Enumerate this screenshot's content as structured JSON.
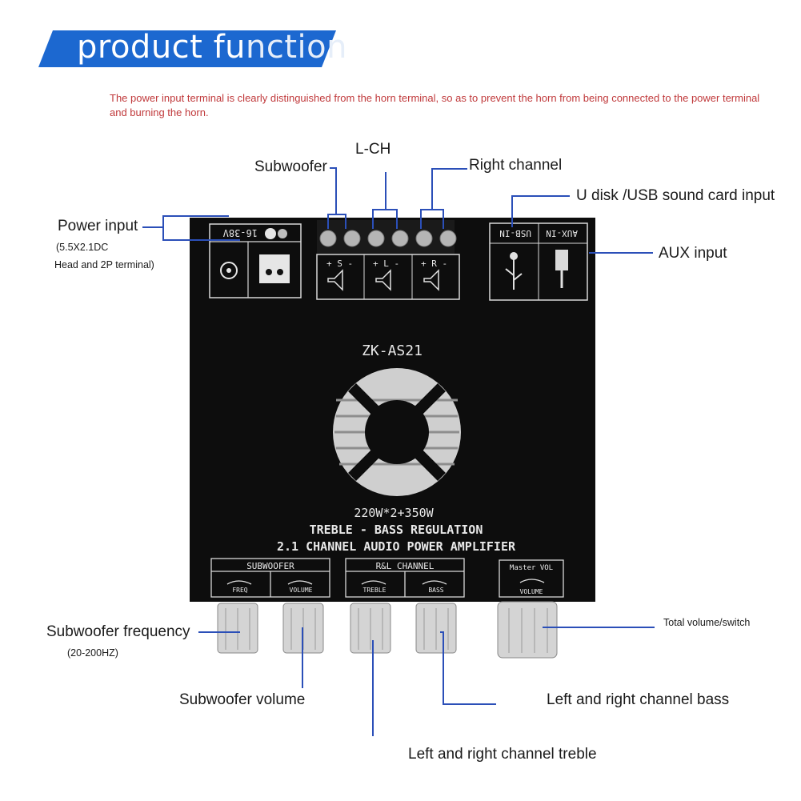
{
  "header": {
    "title_main": "product fu",
    "title_fade": "nction",
    "note": "The power input terminal is clearly distinguished from the horn terminal, so as to prevent the horn from being connected to the power terminal and burning the horn."
  },
  "callouts": {
    "subwoofer": "Subwoofer",
    "lch": "L-CH",
    "right_channel": "Right channel",
    "udisk": "U disk /USB sound card input",
    "power_input": "Power input",
    "power_input_sub1": "(5.5X2.1DC",
    "power_input_sub2": "Head and 2P terminal)",
    "aux_input": "AUX input",
    "sub_freq": "Subwoofer frequency",
    "sub_freq_range": "(20-200HZ)",
    "total_volume": "Total volume/switch",
    "sub_volume": "Subwoofer volume",
    "lr_bass": "Left and right channel bass",
    "lr_treble": "Left and right channel treble"
  },
  "board": {
    "voltage": "16-38V",
    "model": "ZK-AS21",
    "power": "220W*2+350W",
    "line2": "TREBLE - BASS REGULATION",
    "line3": "2.1 CHANNEL AUDIO POWER AMPLIFIER",
    "usb_in": "USB-IN",
    "aux_in": "AUX-IN",
    "spk_s": "+ S -",
    "spk_l": "+ L -",
    "spk_r": "+ R -",
    "group_sub": "SUBWOOFER",
    "group_rl": "R&L CHANNEL",
    "group_master": "Master VOL",
    "freq": "FREQ",
    "volume": "VOLUME",
    "treble": "TREBLE",
    "bass": "BASS",
    "master_volume": "VOLUME"
  },
  "colors": {
    "banner": "#1c68d0",
    "note": "#c0393b",
    "leader": "#2b4fb8",
    "board": "#0d0d0d"
  }
}
